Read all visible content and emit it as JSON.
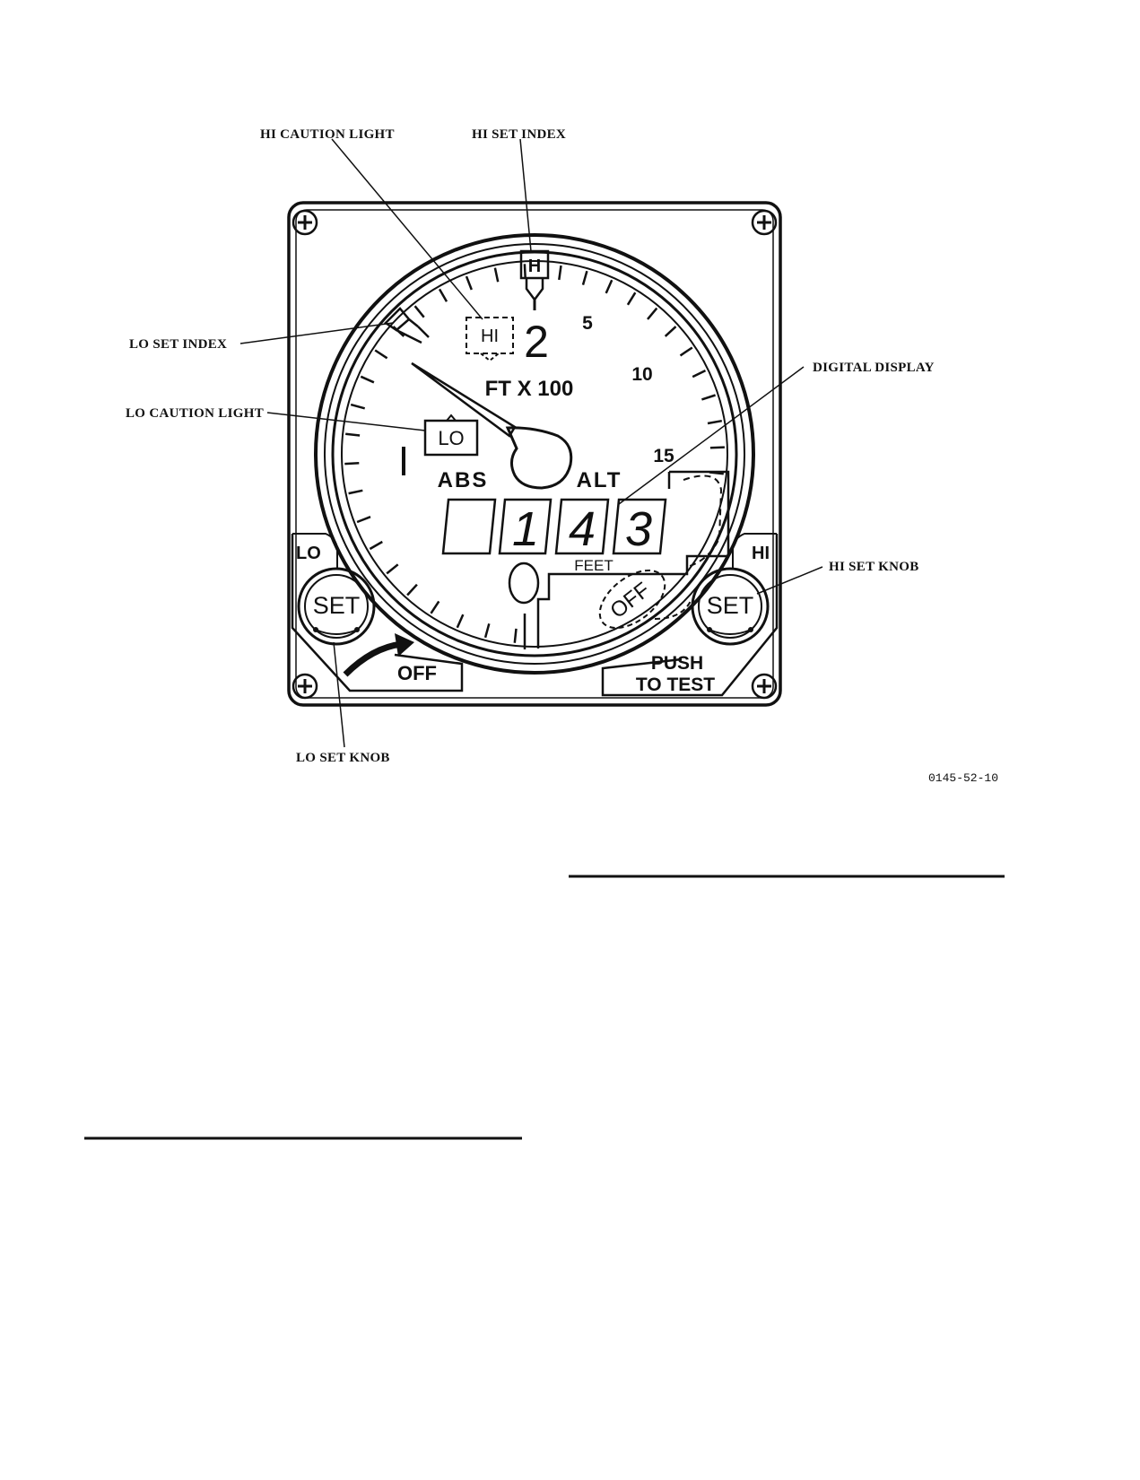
{
  "callouts": {
    "hi_caution_light": "HI CAUTION LIGHT",
    "hi_set_index": "HI SET INDEX",
    "lo_set_index": "LO SET INDEX",
    "lo_caution_light": "LO CAUTION LIGHT",
    "digital_display": "DIGITAL DISPLAY",
    "hi_set_knob": "HI SET KNOB",
    "lo_set_knob": "LO SET KNOB"
  },
  "instrument": {
    "hi_index_letter": "H",
    "hi_light": "HI",
    "lo_light": "LO",
    "units": "FT X 100",
    "scale": {
      "n0": "2",
      "n5": "5",
      "n10": "10",
      "n15": "15"
    },
    "abs": "ABS",
    "alt": "ALT",
    "digits": [
      "",
      "1",
      "4",
      "3"
    ],
    "feet": "FEET",
    "off_flag": "OFF",
    "lo_knob_label": "LO",
    "hi_knob_label": "HI",
    "set_label": "SET",
    "off_label": "OFF",
    "push": "PUSH",
    "to_test": "TO TEST"
  },
  "figure_id": "0145-52-10"
}
